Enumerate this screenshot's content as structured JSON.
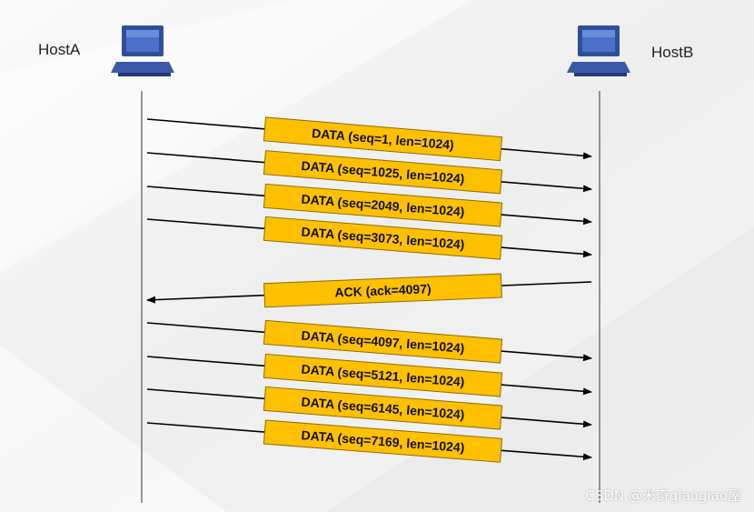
{
  "hosts": {
    "a": {
      "label": "HostA",
      "icon": "computer-monitor-icon"
    },
    "b": {
      "label": "HostB",
      "icon": "computer-monitor-icon"
    }
  },
  "messages": [
    {
      "text": "DATA (seq=1, len=1024)",
      "direction": "A-to-B"
    },
    {
      "text": "DATA (seq=1025, len=1024)",
      "direction": "A-to-B"
    },
    {
      "text": "DATA (seq=2049, len=1024)",
      "direction": "A-to-B"
    },
    {
      "text": "DATA (seq=3073, len=1024)",
      "direction": "A-to-B"
    },
    {
      "text": "ACK (ack=4097)",
      "direction": "B-to-A"
    },
    {
      "text": "DATA (seq=4097, len=1024)",
      "direction": "A-to-B"
    },
    {
      "text": "DATA (seq=5121, len=1024)",
      "direction": "A-to-B"
    },
    {
      "text": "DATA (seq=6145, len=1024)",
      "direction": "A-to-B"
    },
    {
      "text": "DATA (seq=7169, len=1024)",
      "direction": "A-to-B"
    }
  ],
  "watermark": "CSDN @米奇giaogiao屋",
  "colors": {
    "label_fill": "#ffc000",
    "label_border": "#8a6d00",
    "arrow": "#000000",
    "lifeline": "#555555",
    "monitor": "#2f4f9a"
  }
}
